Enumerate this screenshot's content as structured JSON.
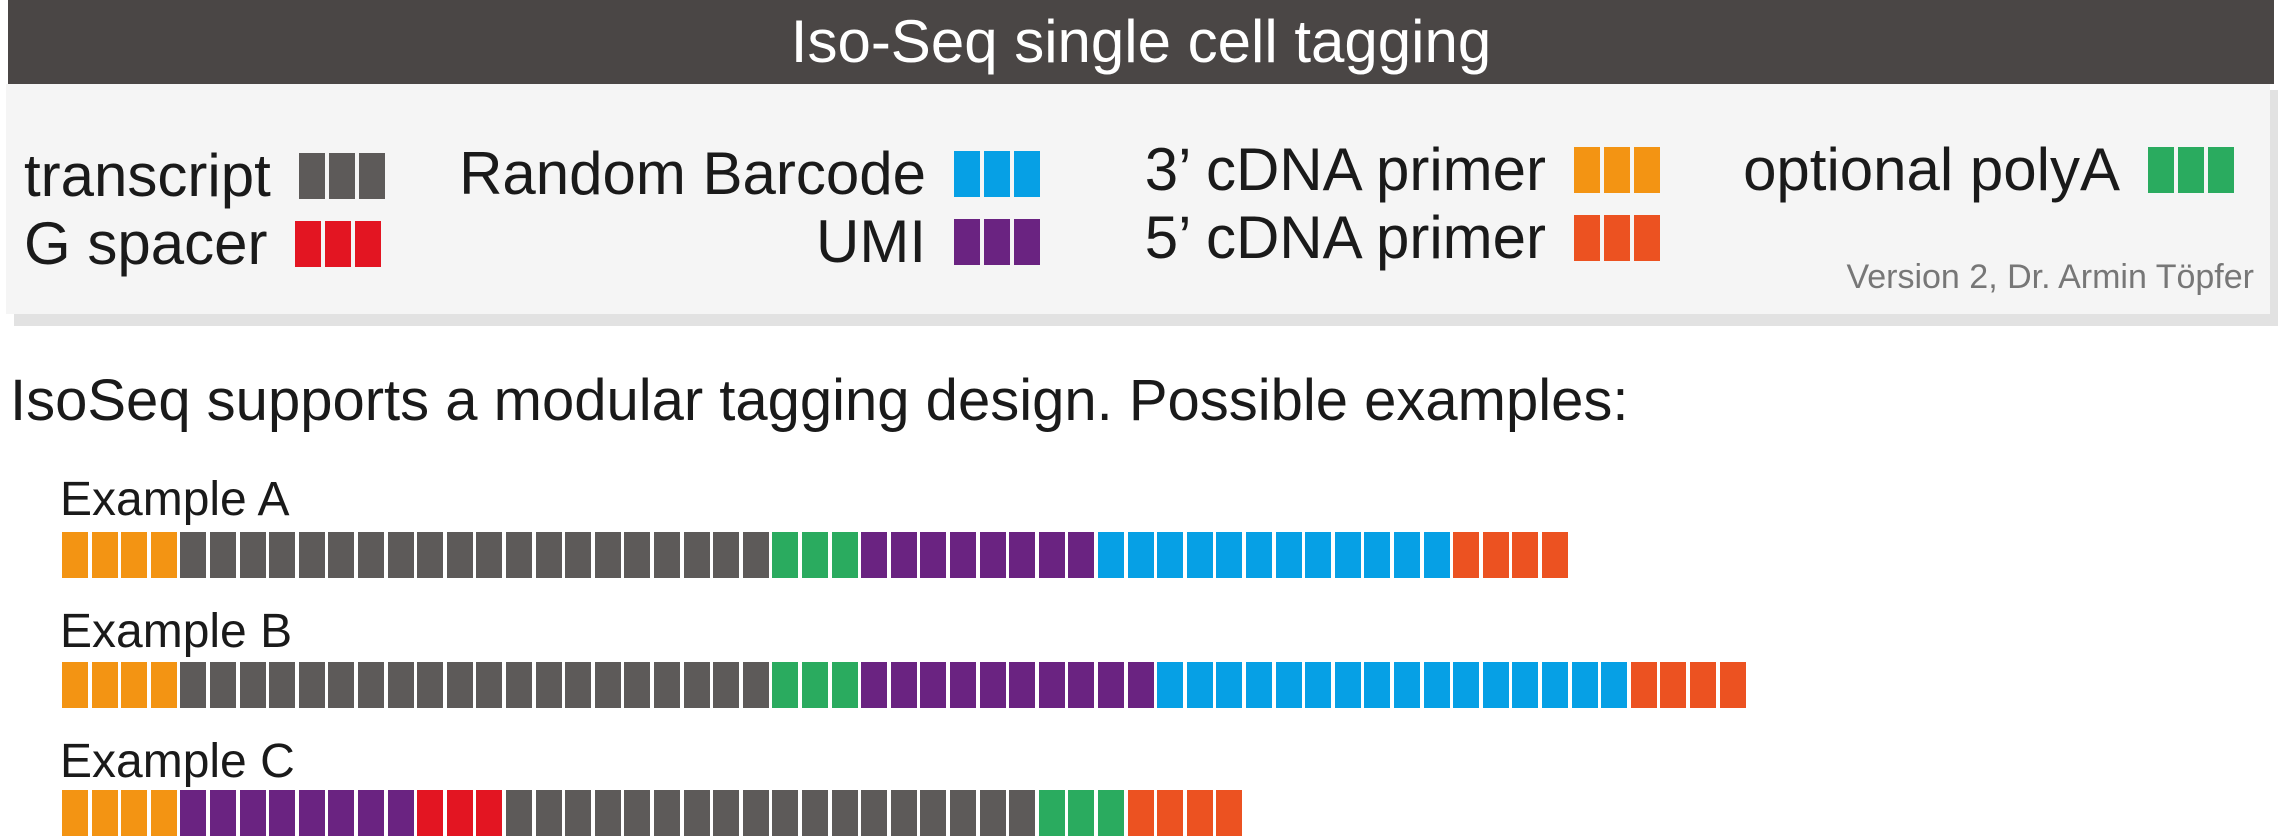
{
  "title": "Iso-Seq single cell tagging",
  "colors": {
    "transcript": "#5d5a59",
    "g_spacer": "#e31522",
    "random_barcode": "#06a0e5",
    "umi": "#6a2381",
    "cdna3": "#f39413",
    "cdna5": "#ec5221",
    "polyA": "#2aab5f"
  },
  "legend": [
    {
      "key": "transcript",
      "label": "transcript"
    },
    {
      "key": "g_spacer",
      "label": "G spacer"
    },
    {
      "key": "random_barcode",
      "label": "Random Barcode"
    },
    {
      "key": "umi",
      "label": "UMI"
    },
    {
      "key": "cdna3",
      "label": "3’ cDNA primer"
    },
    {
      "key": "cdna5",
      "label": "5’ cDNA primer"
    },
    {
      "key": "polyA",
      "label": "optional polyA"
    }
  ],
  "version_note": "Version 2, Dr. Armin Töpfer",
  "heading": "IsoSeq supports a modular tagging design. Possible examples:",
  "examples": [
    {
      "label": "Example A",
      "segments": [
        {
          "key": "cdna3",
          "count": 4
        },
        {
          "key": "transcript",
          "count": 20
        },
        {
          "key": "polyA",
          "count": 3
        },
        {
          "key": "umi",
          "count": 8
        },
        {
          "key": "random_barcode",
          "count": 12
        },
        {
          "key": "cdna5",
          "count": 4
        }
      ]
    },
    {
      "label": "Example B",
      "segments": [
        {
          "key": "cdna3",
          "count": 4
        },
        {
          "key": "transcript",
          "count": 20
        },
        {
          "key": "polyA",
          "count": 3
        },
        {
          "key": "umi",
          "count": 10
        },
        {
          "key": "random_barcode",
          "count": 16
        },
        {
          "key": "cdna5",
          "count": 4
        }
      ]
    },
    {
      "label": "Example C",
      "segments": [
        {
          "key": "cdna3",
          "count": 4
        },
        {
          "key": "umi",
          "count": 8
        },
        {
          "key": "g_spacer",
          "count": 3
        },
        {
          "key": "transcript",
          "count": 18
        },
        {
          "key": "polyA",
          "count": 3
        },
        {
          "key": "cdna5",
          "count": 4
        }
      ]
    }
  ]
}
